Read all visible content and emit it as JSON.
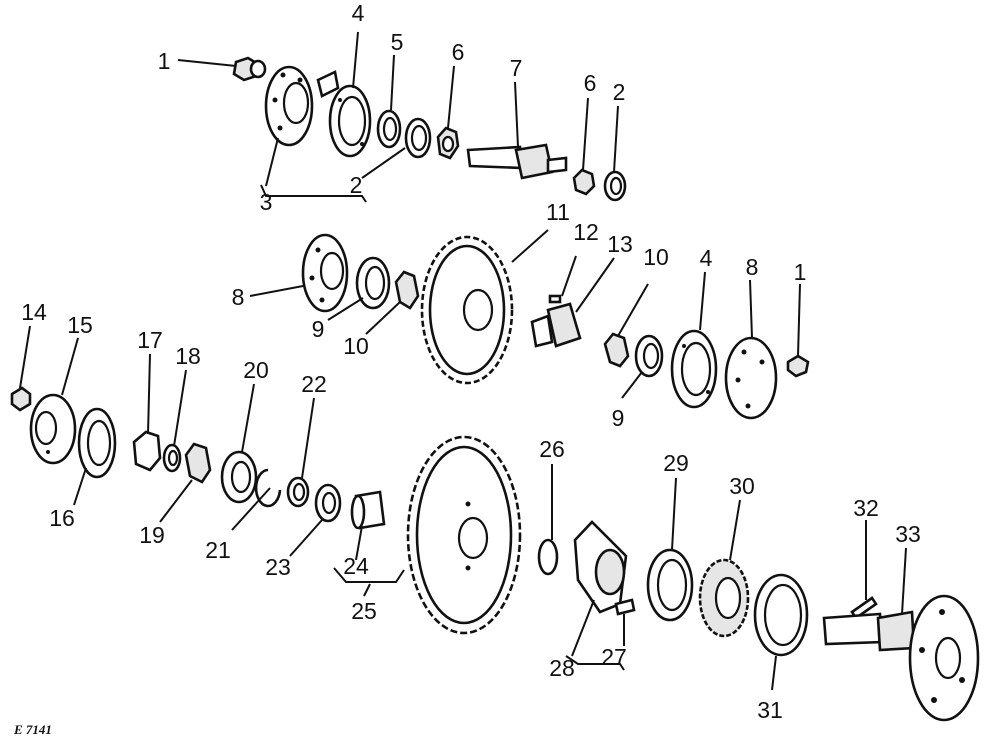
{
  "figure_code": "E 7141",
  "callouts": {
    "c1a": "1",
    "c2a": "2",
    "c3": "3",
    "c4a": "4",
    "c5": "5",
    "c6a": "6",
    "c7": "7",
    "c6b": "6",
    "c2b": "2",
    "c11": "11",
    "c12": "12",
    "c13": "13",
    "c10a": "10",
    "c4b": "4",
    "c8a": "8",
    "c1b": "1",
    "c8b": "8",
    "c9a": "9",
    "c10b": "10",
    "c9b": "9",
    "c14": "14",
    "c15": "15",
    "c16": "16",
    "c17": "17",
    "c18": "18",
    "c19": "19",
    "c20": "20",
    "c21": "21",
    "c22": "22",
    "c23": "23",
    "c24": "24",
    "c25": "25",
    "c26": "26",
    "c27": "27",
    "c28": "28",
    "c29": "29",
    "c30": "30",
    "c31": "31",
    "c32": "32",
    "c33": "33"
  }
}
